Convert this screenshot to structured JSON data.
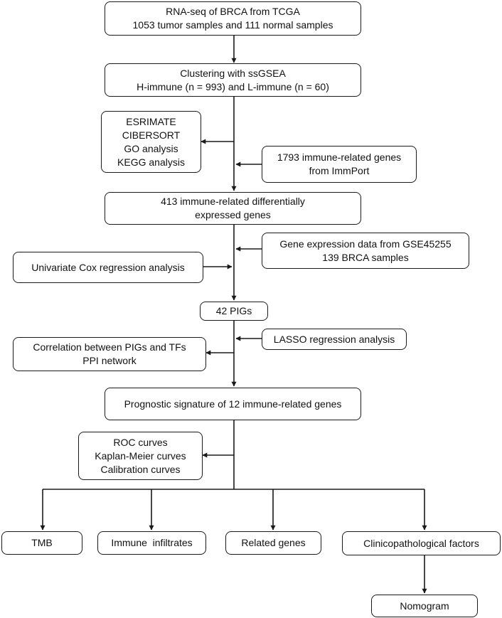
{
  "colors": {
    "stroke": "#1a1a1a",
    "text": "#111111",
    "background": "#ffffff"
  },
  "nodes": {
    "rnaseq": {
      "line1": "RNA-seq of BRCA from TCGA",
      "line2": "1053 tumor samples and 111 normal samples"
    },
    "clustering": {
      "line1": "Clustering with ssGSEA",
      "line2": "H-immune (n = 993) and L-immune (n = 60)"
    },
    "analyses": {
      "line1": "ESRIMATE",
      "line2": "CIBERSORT",
      "line3": "GO analysis",
      "line4": "KEGG analysis"
    },
    "immport": {
      "line1": "1793 immune-related genes",
      "line2": "from ImmPort"
    },
    "degs": {
      "line1": "413 immune-related differentially",
      "line2": "expressed genes"
    },
    "geo": {
      "line1": "Gene expression data from GSE45255",
      "line2": "139 BRCA samples"
    },
    "univariate": {
      "line1": "Univariate Cox regression analysis"
    },
    "pigs": {
      "line1": "42 PIGs"
    },
    "lasso": {
      "line1": "LASSO regression analysis"
    },
    "correlation": {
      "line1": "Correlation between PIGs and TFs",
      "line2": "PPI network"
    },
    "signature": {
      "line1": "Prognostic signature of 12 immune-related genes"
    },
    "curves": {
      "line1": "ROC curves",
      "line2": "Kaplan-Meier curves",
      "line3": "Calibration curves"
    },
    "tmb": {
      "line1": "TMB"
    },
    "infiltrates": {
      "line1": "Immune  infiltrates"
    },
    "related": {
      "line1": "Related genes"
    },
    "clinico": {
      "line1": "Clinicopathological factors"
    },
    "nomogram": {
      "line1": "Nomogram"
    }
  }
}
